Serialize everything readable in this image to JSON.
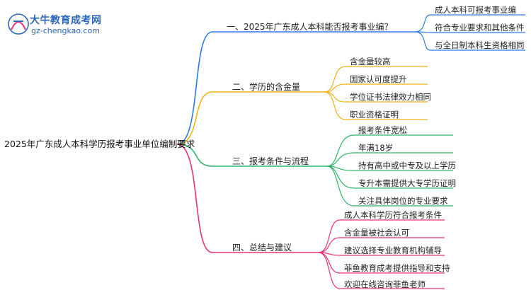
{
  "logo": {
    "title": "大牛教育成考网",
    "url": "gz-chengkao.com",
    "mark_text": "大牛"
  },
  "colors": {
    "branch1": "#2e7be6",
    "branch2": "#f0b416",
    "branch3": "#2fb36a",
    "branch4": "#e8337a",
    "root_line": "#444444"
  },
  "root": "2025年广东成人本科学历报考事业单位编制要求",
  "branches": [
    {
      "label": "一、2025年广东成人本科能否报考事业编？",
      "children": [
        "成人本科可报考事业编",
        "符合专业要求和其他条件",
        "与全日制本科生资格相同"
      ]
    },
    {
      "label": "二、学历的含金量",
      "children": [
        "含金量较高",
        "国家认可度提升",
        "学位证书法律效力相同",
        "职业资格证明"
      ]
    },
    {
      "label": "三、报考条件与流程",
      "children": [
        "报考条件宽松",
        "年满18岁",
        "持有高中或中专及以上学历",
        "专升本需提供大专学历证明",
        "关注具体岗位的专业要求"
      ]
    },
    {
      "label": "四、总结与建议",
      "children": [
        "成人本科学历符合报考条件",
        "含金量被社会认可",
        "建议选择专业教育机构辅导",
        "菲鱼教育成考提供指导和支持",
        "欢迎在线咨询菲鱼老师"
      ]
    }
  ]
}
